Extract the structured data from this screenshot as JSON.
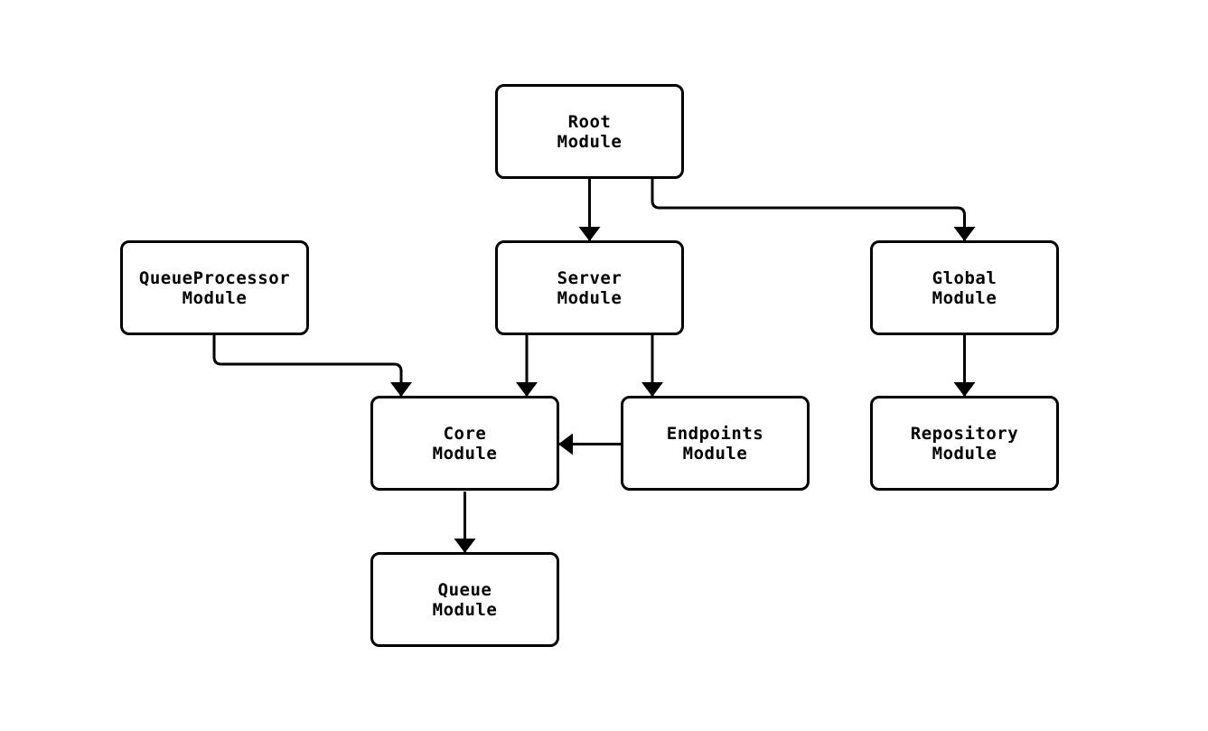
{
  "diagram": {
    "background_color": "#ffffff",
    "node_fill_color": "#ffffff",
    "stroke_color": "#000000",
    "text_color": "#000000",
    "nodes": [
      {
        "id": "root-module",
        "label": "Root\nModule"
      },
      {
        "id": "server-module",
        "label": "Server\nModule"
      },
      {
        "id": "queueprocessor-module",
        "label": "QueueProcessor\nModule"
      },
      {
        "id": "global-module",
        "label": "Global\nModule"
      },
      {
        "id": "core-module",
        "label": "Core\nModule"
      },
      {
        "id": "endpoints-module",
        "label": "Endpoints\nModule"
      },
      {
        "id": "repository-module",
        "label": "Repository\nModule"
      },
      {
        "id": "queue-module",
        "label": "Queue\nModule"
      }
    ],
    "edges": [
      {
        "from": "root-module",
        "to": "server-module"
      },
      {
        "from": "root-module",
        "to": "global-module"
      },
      {
        "from": "queueprocessor-module",
        "to": "core-module"
      },
      {
        "from": "server-module",
        "to": "core-module"
      },
      {
        "from": "server-module",
        "to": "endpoints-module"
      },
      {
        "from": "endpoints-module",
        "to": "core-module"
      },
      {
        "from": "global-module",
        "to": "repository-module"
      },
      {
        "from": "core-module",
        "to": "queue-module"
      }
    ]
  }
}
